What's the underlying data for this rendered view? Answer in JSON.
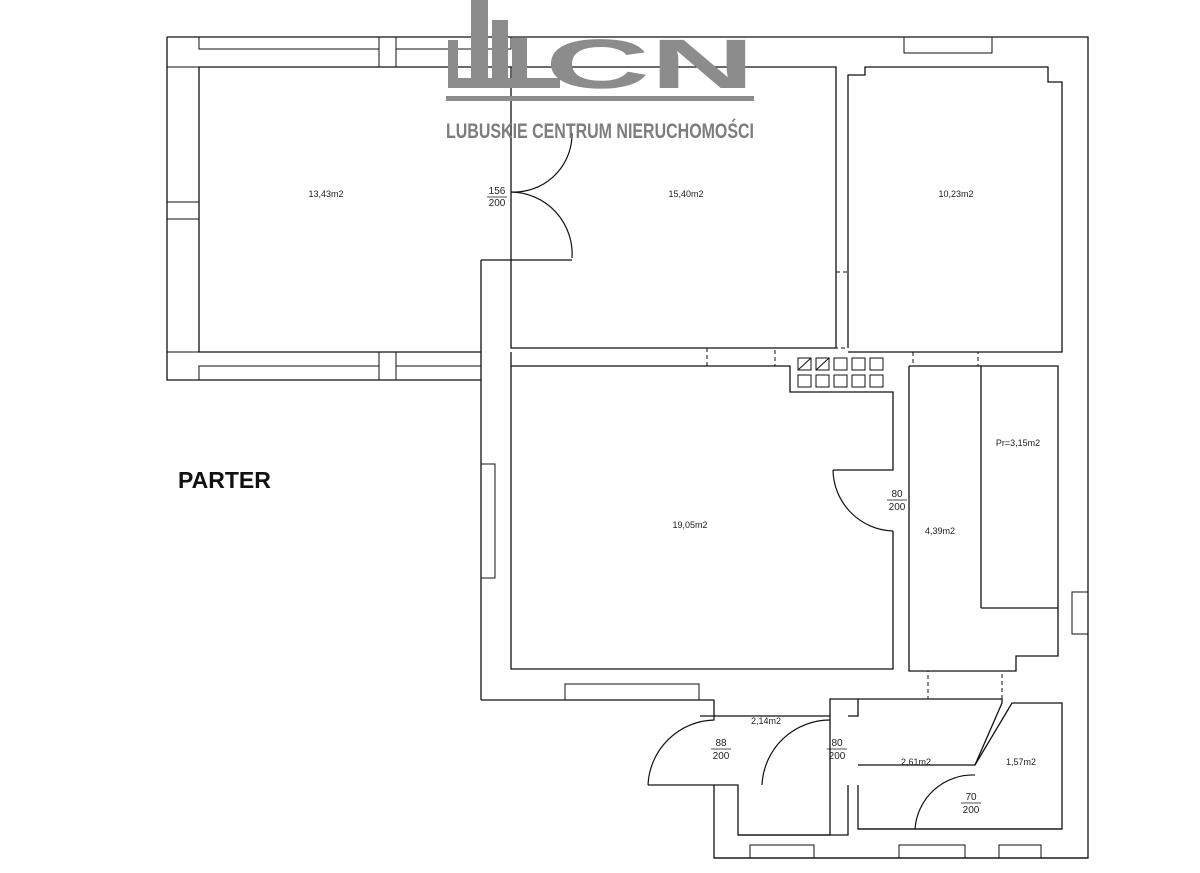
{
  "logo": {
    "letters": "CN",
    "brand_text": "LUBUSKIE CENTRUM NIERUCHOMOŚCI",
    "color": "#8c8c8c"
  },
  "floor_title": "PARTER",
  "colors": {
    "wall": "#111111",
    "background": "#ffffff",
    "logo_gray": "#8c8c8c"
  },
  "rooms": [
    {
      "id": "room-1",
      "area": "13,43m2"
    },
    {
      "id": "room-2",
      "area": "15,40m2"
    },
    {
      "id": "room-3",
      "area": "10,23m2"
    },
    {
      "id": "room-4",
      "area": "19,05m2"
    },
    {
      "id": "room-5",
      "area": "4,39m2"
    },
    {
      "id": "room-6",
      "area": "Pr=3,15m2"
    },
    {
      "id": "room-7",
      "area": "2,14m2"
    },
    {
      "id": "room-8",
      "area": "2,61m2"
    },
    {
      "id": "room-9",
      "area": "1,57m2"
    }
  ],
  "doors": [
    {
      "width": "156",
      "height": "200"
    },
    {
      "width": "80",
      "height": "200"
    },
    {
      "width": "88",
      "height": "200"
    },
    {
      "width": "80",
      "height": "200"
    },
    {
      "width": "70",
      "height": "200"
    }
  ]
}
